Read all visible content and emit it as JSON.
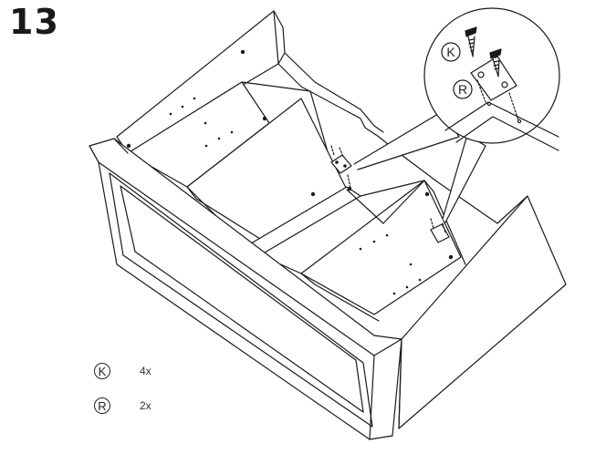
{
  "step": {
    "number": "13"
  },
  "callout": {
    "labels": [
      "K",
      "R"
    ]
  },
  "parts": [
    {
      "letter": "K",
      "quantity": "4x"
    },
    {
      "letter": "R",
      "quantity": "2x"
    }
  ],
  "colors": {
    "line": "#1a1a1a",
    "fill": "#ffffff"
  }
}
